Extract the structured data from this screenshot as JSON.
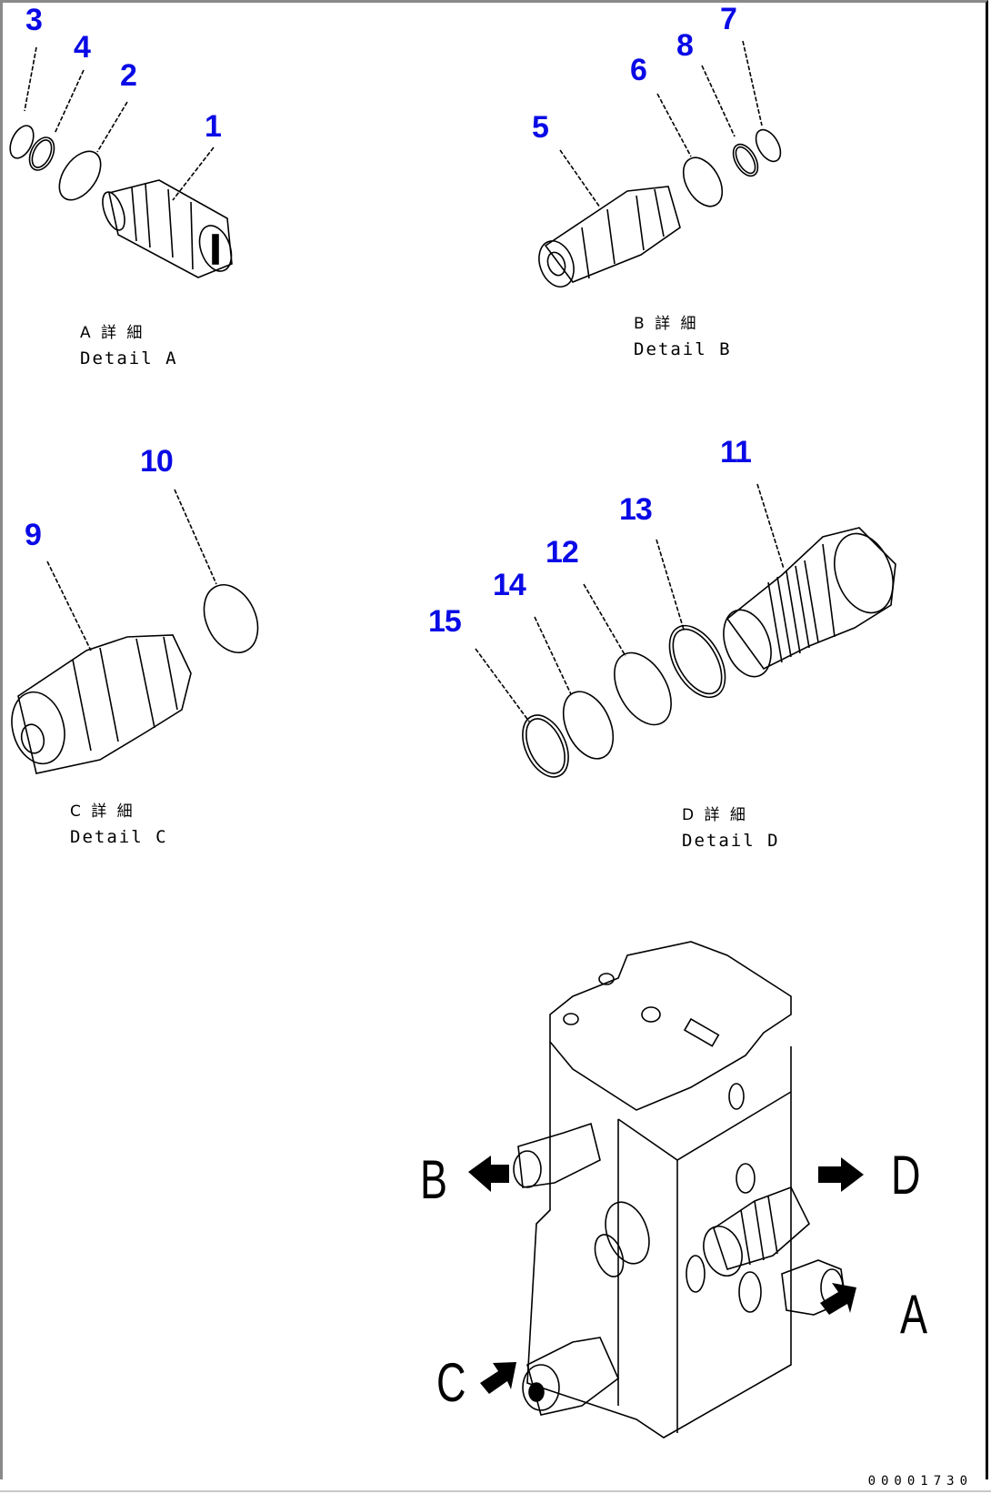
{
  "diagram": {
    "type": "exploded parts illustration",
    "callouts": [
      "1",
      "2",
      "3",
      "4",
      "5",
      "6",
      "7",
      "8",
      "9",
      "10",
      "11",
      "12",
      "13",
      "14",
      "15"
    ],
    "details": [
      {
        "id": "A",
        "jp": "A 詳 細",
        "en": "Detail A"
      },
      {
        "id": "B",
        "jp": "B 詳 細",
        "en": "Detail B"
      },
      {
        "id": "C",
        "jp": "C 詳 細",
        "en": "Detail C"
      },
      {
        "id": "D",
        "jp": "D 詳 細",
        "en": "Detail D"
      }
    ],
    "view_letters": [
      "A",
      "B",
      "C",
      "D"
    ],
    "footer_code": "00001730",
    "colors": {
      "callout": "#0a0ae6",
      "line": "#000000",
      "frame": "#8a8a8a"
    }
  }
}
